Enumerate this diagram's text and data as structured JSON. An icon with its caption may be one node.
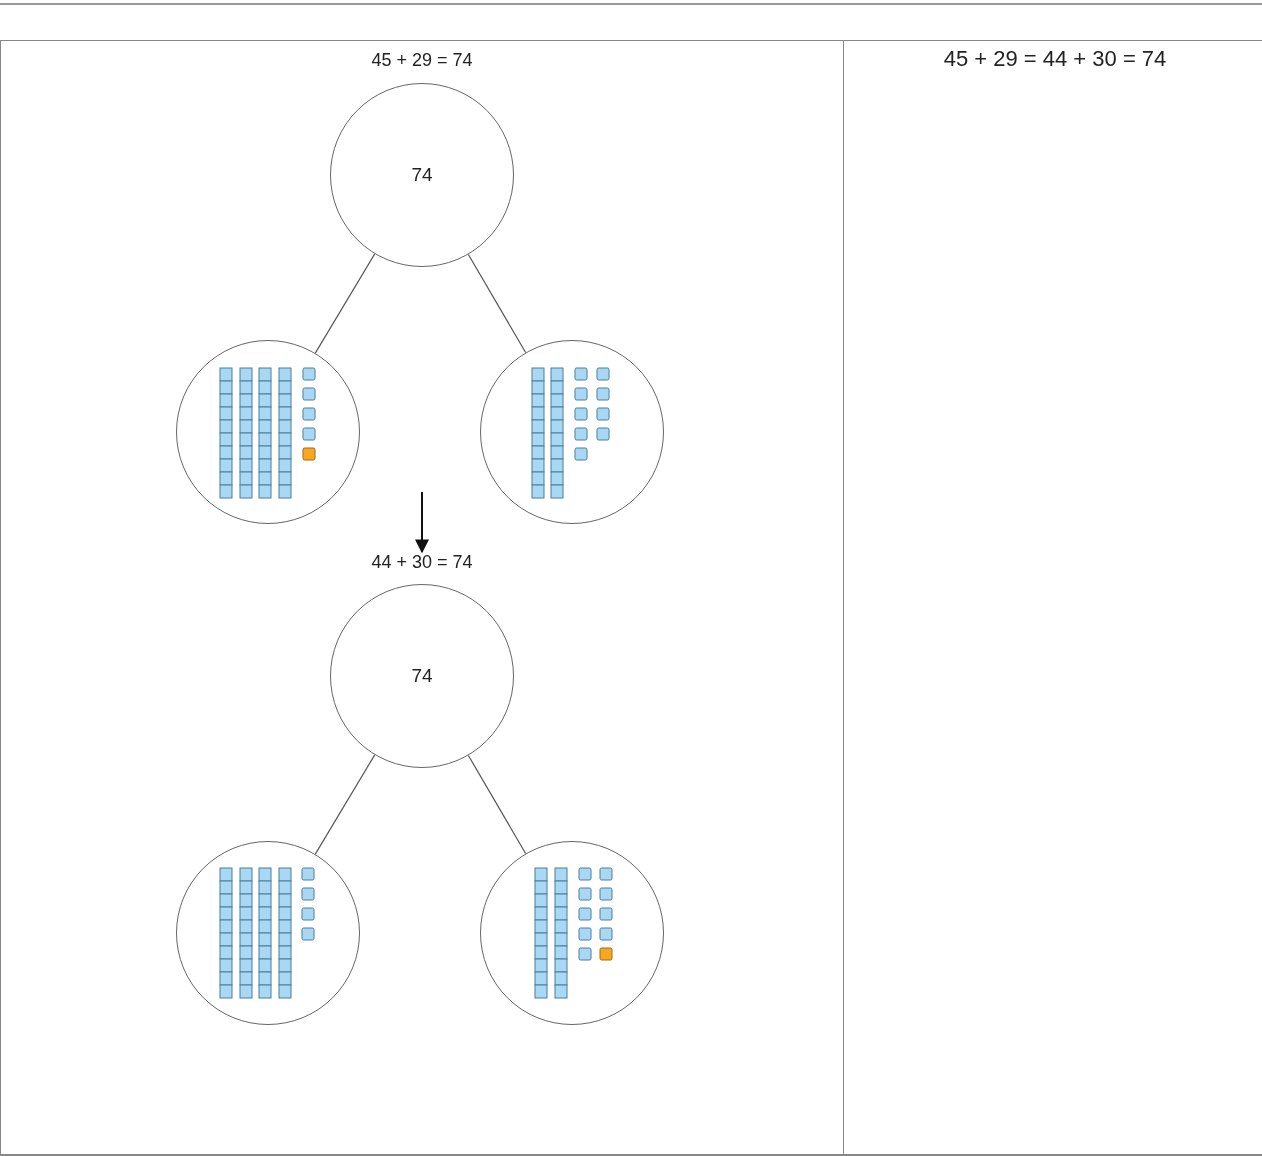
{
  "diagram": {
    "nodes": [
      {
        "text": [
          "74"
        ]
      },
      {
        "text": [],
        "shape": "picture"
      },
      {
        "text": [],
        "shape": "picture"
      },
      {
        "text": [
          "44 + 30 = 74"
        ]
      },
      {
        "text": [
          "74"
        ]
      },
      {
        "text": [],
        "shape": "picture"
      },
      {
        "text": [],
        "shape": "picture"
      }
    ],
    "edges": [
      {
        "from": 0,
        "to": 1,
        "arrow": "none"
      },
      {
        "from": 0,
        "to": 2,
        "arrow": "none"
      },
      {
        "from": null,
        "to": 3,
        "arrow": "to"
      },
      {
        "from": 4,
        "to": 5,
        "arrow": "none"
      },
      {
        "from": 4,
        "to": 6,
        "arrow": "none"
      }
    ],
    "labels": [
      "45 + 29 = 74",
      "45 + 29 = 44 + 30 = 74"
    ]
  }
}
